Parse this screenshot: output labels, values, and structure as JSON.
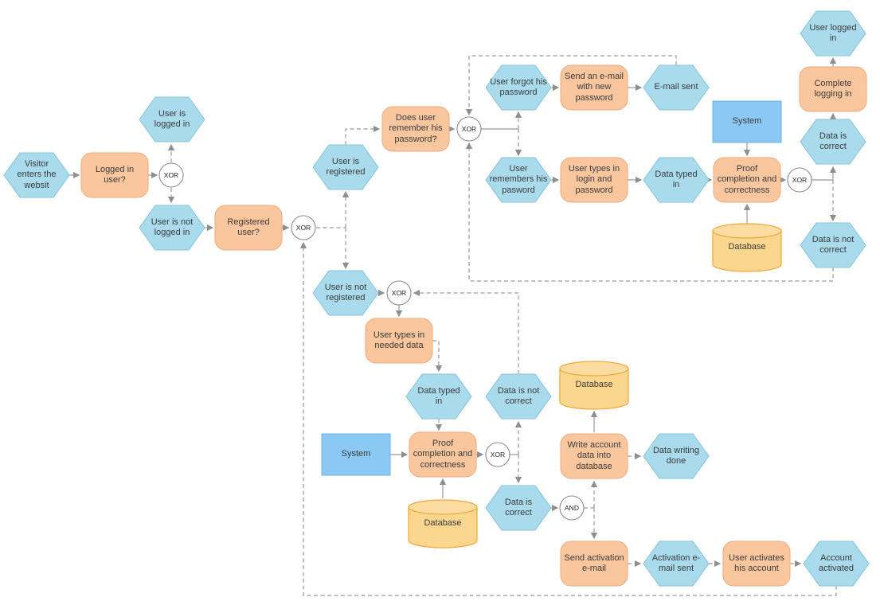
{
  "diagram": {
    "kind": "EPC flowchart (website login and registration process)",
    "colors": {
      "event_fill": "#A9DBEC",
      "event_stroke": "#82C4DB",
      "function_fill": "#F9C69E",
      "function_stroke": "#F0AA7D",
      "system_fill": "#8BC9F4",
      "system_stroke": "#70B1E2",
      "database_fill": "#FBD68F",
      "database_stroke": "#F0A83C",
      "connector": "#9A9A9A",
      "operator_stroke": "#8A8A8A",
      "text": "#3B3B3B"
    }
  },
  "nodes": {
    "e1": {
      "type": "event",
      "label": "Visitor enters the websit"
    },
    "e2": {
      "type": "event",
      "label": "User is logged in"
    },
    "e3": {
      "type": "event",
      "label": "User is not logged in"
    },
    "e4": {
      "type": "event",
      "label": "User is registered"
    },
    "e5": {
      "type": "event",
      "label": "User is not registered"
    },
    "e6": {
      "type": "event",
      "label": "User forgot his password"
    },
    "e7": {
      "type": "event",
      "label": "User remembers his pasword"
    },
    "e8": {
      "type": "event",
      "label": "E-mail sent"
    },
    "e9": {
      "type": "event",
      "label": "Data typed in"
    },
    "e10": {
      "type": "event",
      "label": "Data is correct"
    },
    "e11": {
      "type": "event",
      "label": "User logged in"
    },
    "e12": {
      "type": "event",
      "label": "Data is not correct"
    },
    "e13": {
      "type": "event",
      "label": "Data typed in"
    },
    "e14": {
      "type": "event",
      "label": "Data is not correct"
    },
    "e15": {
      "type": "event",
      "label": "Data is correct"
    },
    "e16": {
      "type": "event",
      "label": "Data writing done"
    },
    "e17": {
      "type": "event",
      "label": "Activation e-mail sent"
    },
    "e18": {
      "type": "event",
      "label": "Account activated"
    },
    "f1": {
      "type": "function",
      "label": "Logged in user?"
    },
    "f2": {
      "type": "function",
      "label": "Registered user?"
    },
    "f3": {
      "type": "function",
      "label": "Does user remember his password?"
    },
    "f4": {
      "type": "function",
      "label": "Send an e-mail with new password"
    },
    "f5": {
      "type": "function",
      "label": "User types in login and password"
    },
    "f6": {
      "type": "function",
      "label": "Proof completion and correctness"
    },
    "f7": {
      "type": "function",
      "label": "Complete logging in"
    },
    "f8": {
      "type": "function",
      "label": "User types in needed data"
    },
    "f9": {
      "type": "function",
      "label": "Proof completion and correctness"
    },
    "f10": {
      "type": "function",
      "label": "Write account data into database"
    },
    "f11": {
      "type": "function",
      "label": "Send activation e-mail"
    },
    "f12": {
      "type": "function",
      "label": "User activates his account"
    },
    "s1": {
      "type": "system",
      "label": "System"
    },
    "s2": {
      "type": "system",
      "label": "System"
    },
    "db1": {
      "type": "database",
      "label": "Database"
    },
    "db2": {
      "type": "database",
      "label": "Database"
    },
    "db3": {
      "type": "database",
      "label": "Database"
    }
  },
  "operators": {
    "c1": {
      "label": "XOR"
    },
    "c2": {
      "label": "XOR"
    },
    "c3": {
      "label": "XOR"
    },
    "c4": {
      "label": "XOR"
    },
    "c5": {
      "label": "XOR"
    },
    "c6": {
      "label": "XOR"
    },
    "c7": {
      "label": "AND"
    }
  }
}
